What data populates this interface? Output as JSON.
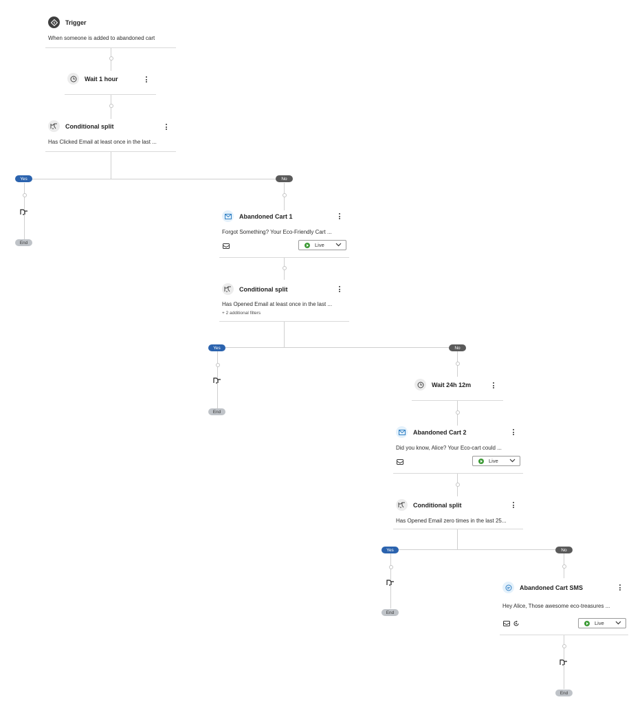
{
  "nodes": {
    "trigger": {
      "title": "Trigger",
      "desc": "When someone is added to abandoned cart",
      "icon": "lightning-icon"
    },
    "wait1": {
      "title": "Wait 1 hour",
      "icon": "clock-icon"
    },
    "split1": {
      "title": "Conditional split",
      "desc": "Has Clicked Email at least once in the last ...",
      "icon": "split-icon"
    },
    "email1": {
      "title": "Abandoned Cart 1",
      "desc": "Forgot Something? Your Eco-Friendly Cart ...",
      "status": "Live",
      "icon": "email-icon"
    },
    "split2": {
      "title": "Conditional split",
      "desc": "Has Opened Email at least once in the last ...",
      "sub": "+ 2 additional filters",
      "icon": "split-icon"
    },
    "wait2": {
      "title": "Wait 24h 12m",
      "icon": "clock-icon"
    },
    "email2": {
      "title": "Abandoned Cart 2",
      "desc": "Did you know, Alice? Your Eco-cart could ...",
      "status": "Live",
      "icon": "email-icon"
    },
    "split3": {
      "title": "Conditional split",
      "desc": "Has Opened Email zero times in the last 25...",
      "icon": "split-icon"
    },
    "sms": {
      "title": "Abandoned Cart SMS",
      "desc": "Hey Alice, Those awesome eco-treasures ...",
      "status": "Live",
      "icon": "sms-icon"
    }
  },
  "branches": {
    "yes": "Yes",
    "no": "No",
    "end": "End"
  },
  "colors": {
    "yes": "#2b63ae",
    "no": "#5a5a5a",
    "end": "#bfc3c8",
    "live": "#3f9b38",
    "connector": "#cfcfcf"
  }
}
